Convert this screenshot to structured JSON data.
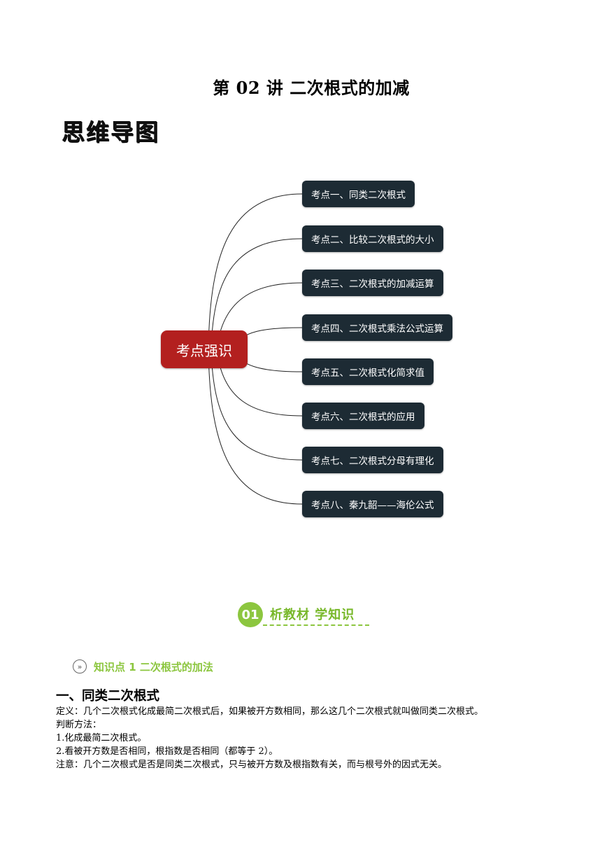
{
  "document": {
    "title": "第 02 讲  二次根式的加减",
    "mindmap_heading": "思维导图"
  },
  "mindmap": {
    "central": "考点强识",
    "leaves": [
      "考点一、同类二次根式",
      "考点二、比较二次根式的大小",
      "考点三、二次根式的加减运算",
      "考点四、二次根式乘法公式运算",
      "考点五、二次根式化简求值",
      "考点六、二次根式的应用",
      "考点七、二次根式分母有理化",
      "考点八、秦九韶——海伦公式"
    ],
    "colors": {
      "central": "#b3201f",
      "leaf": "#1d2b34",
      "connector": "#222222"
    }
  },
  "section_banner": {
    "number": "01",
    "text": "析教材 学知识",
    "color": "#8cc63f"
  },
  "knowledge_point": {
    "icon": "double-chevron-right-icon",
    "label": "知识点 1  二次根式的加法"
  },
  "section": {
    "heading": "一、同类二次根式",
    "lines": [
      "定义：几个二次根式化成最简二次根式后，如果被开方数相同，那么这几个二次根式就叫做同类二次根式。",
      "判断方法：",
      "1.化成最简二次根式。",
      "2.看被开方数是否相同，根指数是否相同（都等于 2）。",
      "注意：几个二次根式是否是同类二次根式，只与被开方数及根指数有关，而与根号外的因式无关。"
    ]
  }
}
